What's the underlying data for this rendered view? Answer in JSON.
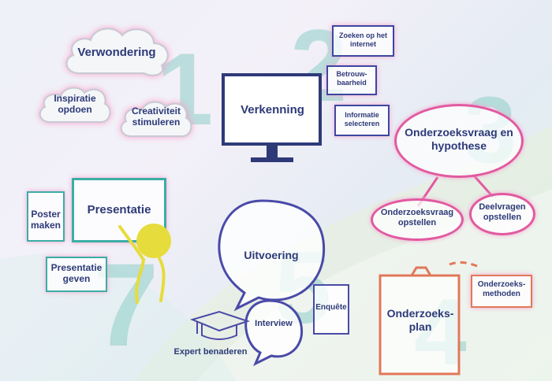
{
  "phase1": {
    "number": "1",
    "main": "Verwondering",
    "sub1": "Inspiratie opdoen",
    "sub2": "Creativiteit stimuleren"
  },
  "phase2": {
    "number": "2",
    "main": "Verkenning",
    "items": [
      "Zoeken op het internet",
      "Betrouw-baarheid",
      "Informatie selecteren"
    ]
  },
  "phase3": {
    "number": "3",
    "main": "Onderzoeksvraag en hypothese",
    "sub1": "Onderzoeksvraag opstellen",
    "sub2": "Deelvragen opstellen"
  },
  "phase4": {
    "number": "4",
    "main": "Onderzoeks-plan",
    "sub": "Onderzoeks-methoden"
  },
  "phase5": {
    "number": "5",
    "main": "Uitvoering",
    "interview": "Interview",
    "enquete": "Enquête",
    "expert": "Expert benaderen"
  },
  "phase7": {
    "number": "7",
    "main": "Presentatie",
    "poster": "Poster maken",
    "geven": "Presentatie geven"
  },
  "colors": {
    "navy": "#2e3a78",
    "teal": "#3aaea5",
    "pink": "#e25aa0",
    "purple": "#5a58b0",
    "coral": "#e2775a",
    "yellow": "#e6dc3c"
  }
}
